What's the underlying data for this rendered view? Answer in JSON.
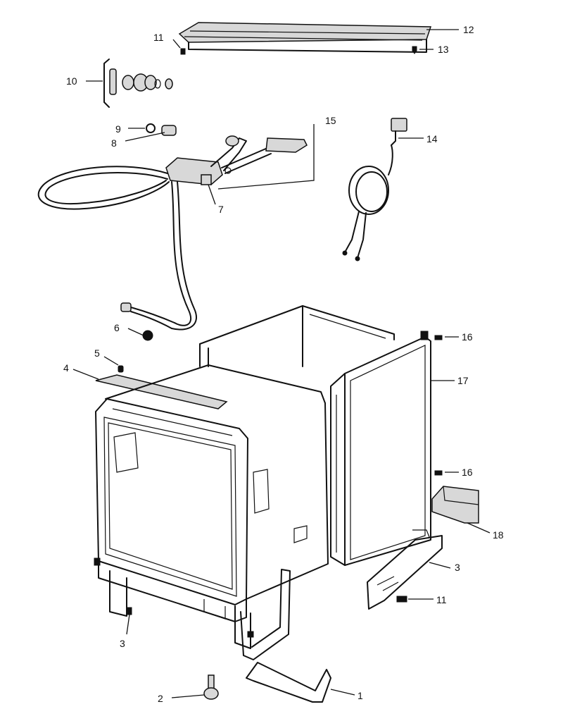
{
  "diagram": {
    "callouts": {
      "c1": "1",
      "c2": "2",
      "c3a": "3",
      "c3b": "3",
      "c4": "4",
      "c5": "5",
      "c6": "6",
      "c7": "7",
      "c8": "8",
      "c9": "9",
      "c10": "10",
      "c11a": "11",
      "c11b": "11",
      "c12": "12",
      "c13": "13",
      "c14": "14",
      "c15": "15",
      "c16a": "16",
      "c16b": "16",
      "c17": "17",
      "c18": "18"
    },
    "icons": {
      "countertop": "top-panel-icon",
      "tub": "dishwasher-tub-icon",
      "enclosure": "cabinet-enclosure-icon",
      "hose": "drain-hose-icon",
      "cord": "power-cord-icon"
    }
  }
}
